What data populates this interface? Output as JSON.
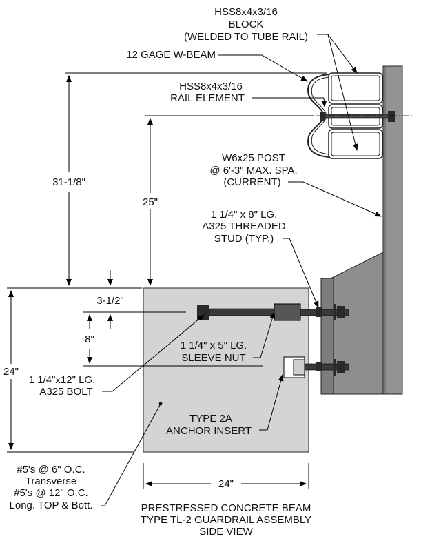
{
  "labels": {
    "block_l1": "HSS8x4x3/16",
    "block_l2": "BLOCK",
    "block_l3": "(WELDED TO TUBE RAIL)",
    "wbeam": "12 GAGE W-BEAM",
    "rail_l1": "HSS8x4x3/16",
    "rail_l2": "RAIL ELEMENT",
    "post_l1": "W6x25 POST",
    "post_l2": "@ 6'-3\" MAX. SPA.",
    "post_l3": "(CURRENT)",
    "stud_l1": "1 1/4\" x 8\" LG.",
    "stud_l2": "A325 THREADED",
    "stud_l3": "STUD (TYP.)",
    "sleeve_l1": "1 1/4\" x 5\" LG.",
    "sleeve_l2": "SLEEVE NUT",
    "bolt_l1": "1 1/4\"x12\" LG.",
    "bolt_l2": "A325 BOLT",
    "insert_l1": "TYPE 2A",
    "insert_l2": "ANCHOR INSERT",
    "rebar_l1": "#5's @ 6\" O.C.",
    "rebar_l2": "Transverse",
    "rebar_l3": "#5's @ 12\" O.C.",
    "rebar_l4": "Long. TOP & Bott."
  },
  "dimensions": {
    "overall_height": "31-1/8\"",
    "rail_center_height": "25\"",
    "top_offset": "3-1/2\"",
    "bolt_spacing": "8\"",
    "beam_depth": "24\"",
    "beam_width": "24\""
  },
  "caption": {
    "line1": "PRESTRESSED CONCRETE BEAM",
    "line2": "TYPE TL-2 GUARDRAIL ASSEMBLY",
    "line3": "SIDE VIEW"
  },
  "colors": {
    "concrete": "#d4d4d4",
    "steel": "#8f8f8f",
    "steel_dark": "#5e5e5e",
    "bolt": "#2a2a2a",
    "line": "#000000"
  }
}
